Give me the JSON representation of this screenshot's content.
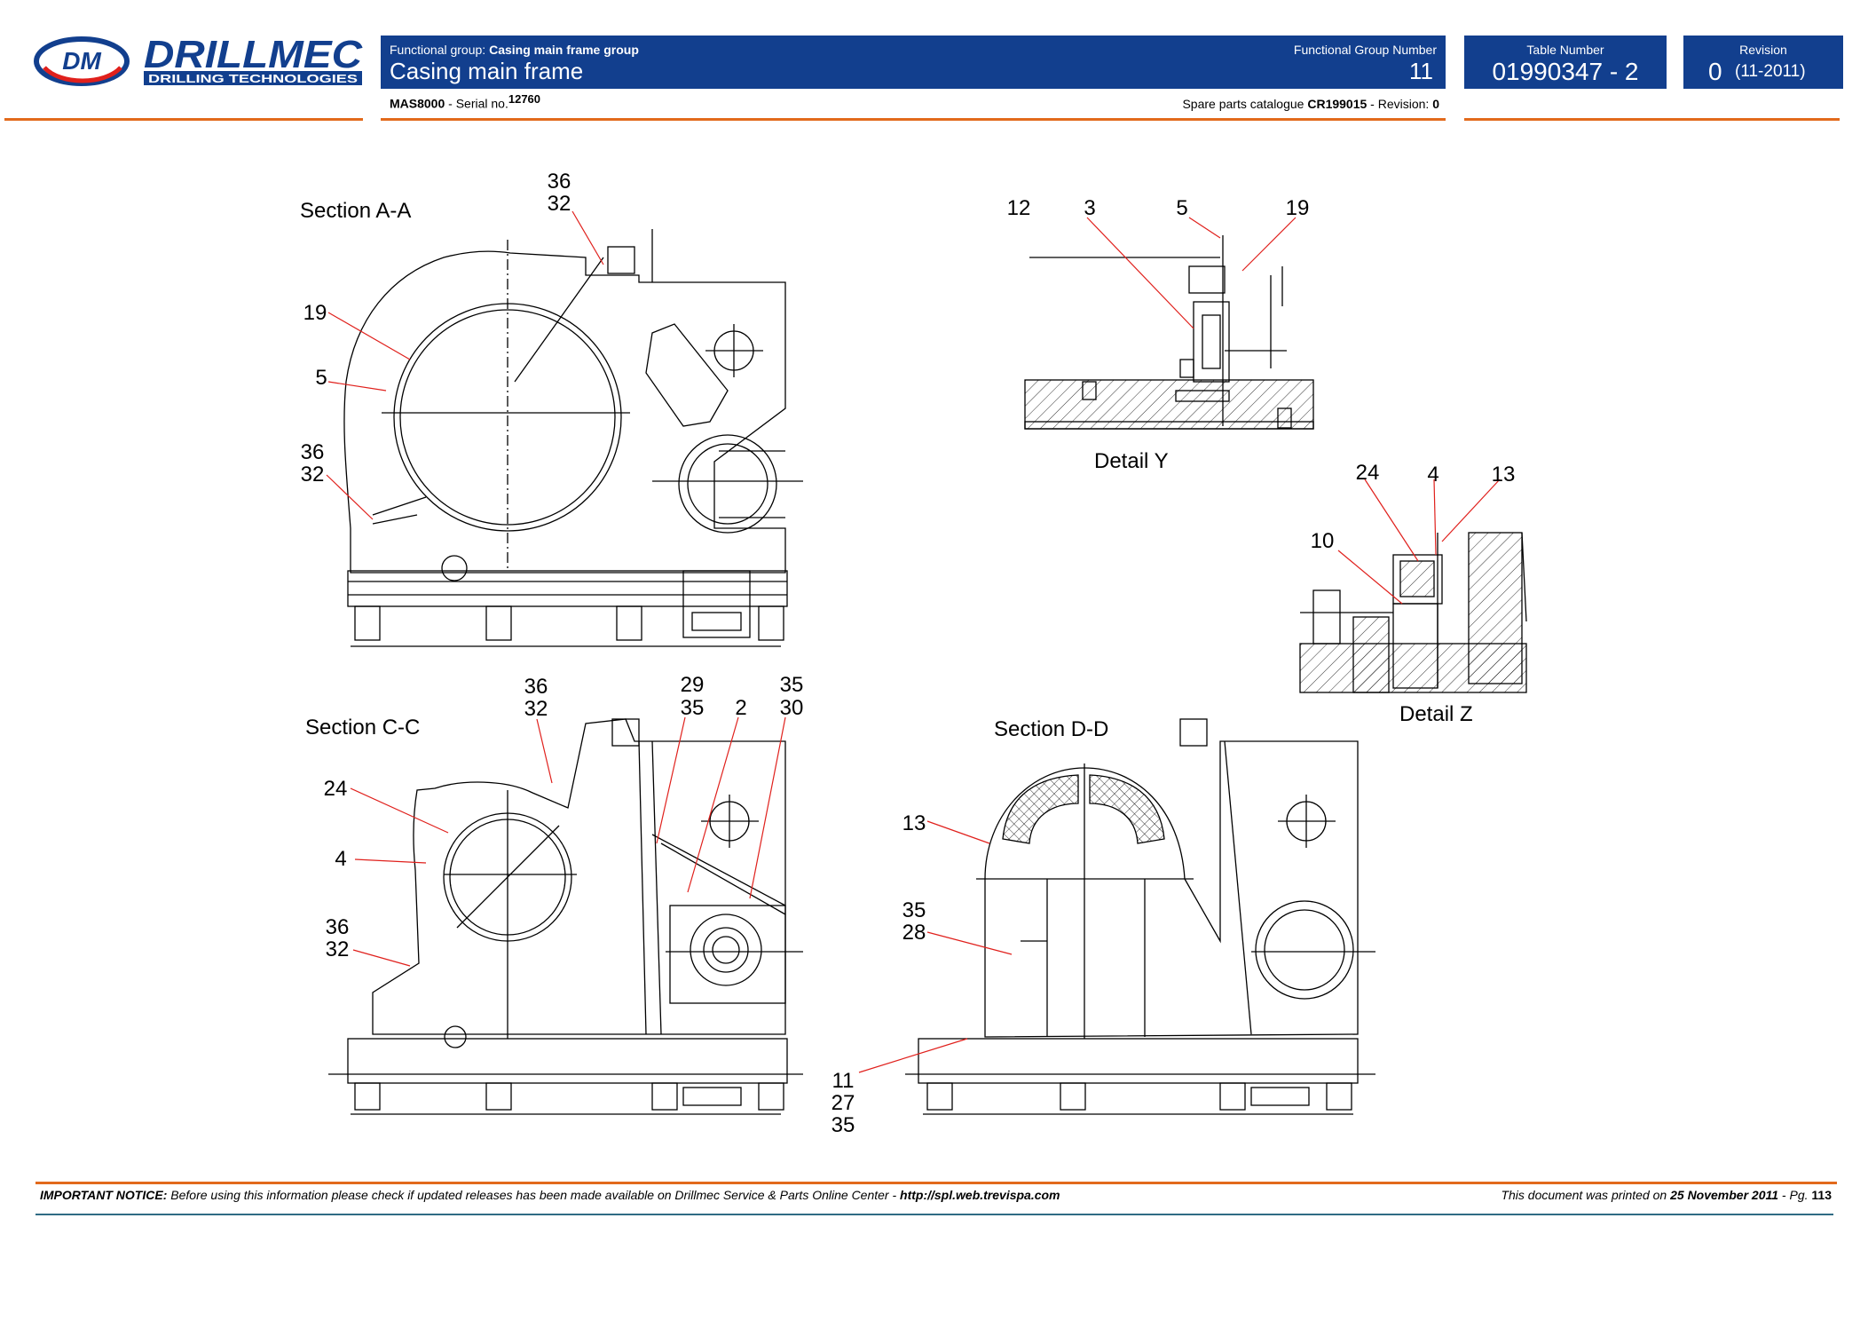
{
  "header": {
    "brand_name": "DRILLMEC",
    "brand_tagline": "DRILLING TECHNOLOGIES",
    "functional_group_label": "Functional group: ",
    "functional_group_value": "Casing main frame group",
    "title": "Casing main frame",
    "functional_group_number_label": "Functional Group Number",
    "functional_group_number": "11",
    "table_number_label": "Table Number",
    "table_number": "01990347 - 2",
    "revision_label": "Revision",
    "revision_number": "0",
    "revision_date": "(11-2011)",
    "model": "MAS8000",
    "serial_label": " - Serial no.",
    "serial_number": "12760",
    "catalogue_label": "Spare parts catalogue ",
    "catalogue_code": "CR199015",
    "catalogue_revision_label": " - Revision: ",
    "catalogue_revision": "0"
  },
  "drawing": {
    "views": {
      "section_aa": "Section  A-A",
      "section_cc": "Section  C-C",
      "section_dd": "Section  D-D",
      "detail_y": "Detail  Y",
      "detail_z": "Detail  Z"
    },
    "callouts": {
      "aa_36_top": "36",
      "aa_32_top": "32",
      "aa_19": "19",
      "aa_5": "5",
      "aa_36_bot": "36",
      "aa_32_bot": "32",
      "y_12": "12",
      "y_3": "3",
      "y_5": "5",
      "y_19": "19",
      "z_24": "24",
      "z_4": "4",
      "z_13": "13",
      "z_10": "10",
      "cc_36_top": "36",
      "cc_32_top": "32",
      "cc_29": "29",
      "cc_35a": "35",
      "cc_2": "2",
      "cc_35b": "35",
      "cc_30": "30",
      "cc_24": "24",
      "cc_4": "4",
      "cc_36_bot": "36",
      "cc_32_bot": "32",
      "dd_13": "13",
      "dd_35": "35",
      "dd_28": "28",
      "dd_11": "11",
      "dd_27": "27",
      "dd_35b": "35"
    }
  },
  "footer": {
    "notice_label": "IMPORTANT NOTICE:",
    "notice_text": " Before using this information please check if updated releases has been made available on Drillmec Service & Parts Online Center - ",
    "notice_url": "http://spl.web.trevispa.com",
    "printed_label": "This document was printed on ",
    "printed_date": "25 November 2011",
    "page_label": " - Pg. ",
    "page_number": "113"
  },
  "colors": {
    "header_bar": "#123f8e",
    "accent_orange": "#e26a1c",
    "leader_red": "#e0201c",
    "footer_rule": "#2f6b84"
  }
}
